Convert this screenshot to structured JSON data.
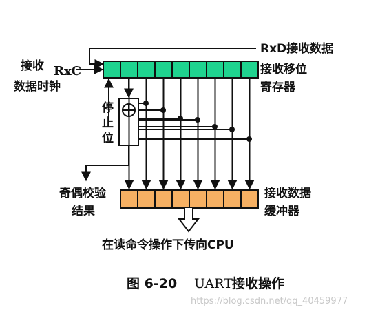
{
  "diagram": {
    "labels": {
      "rxd": "RxD接收数据",
      "clock_line1": "接收",
      "clock_rxc": "RxC",
      "clock_line2": "数据时钟",
      "shift_line1": "接收移位",
      "shift_line2": "寄存器",
      "stop_1": "停",
      "stop_2": "止",
      "stop_3": "位",
      "parity_line1": "奇偶校验",
      "parity_line2": "结果",
      "buffer_line1": "接收数据",
      "buffer_line2": "缓冲器",
      "read_cmd": "在读命令操作下传向CPU"
    },
    "shift_register_cells": 9,
    "buffer_register_cells": 8,
    "colors": {
      "shift_register": "#1fd38f",
      "buffer_register": "#f6b063",
      "lines": "#111111"
    }
  },
  "caption": {
    "figure_no": "图 6-20",
    "title_en": "UART",
    "title_cn": "接收操作"
  },
  "watermark": "https://blog.csdn.net/qq_40459977"
}
